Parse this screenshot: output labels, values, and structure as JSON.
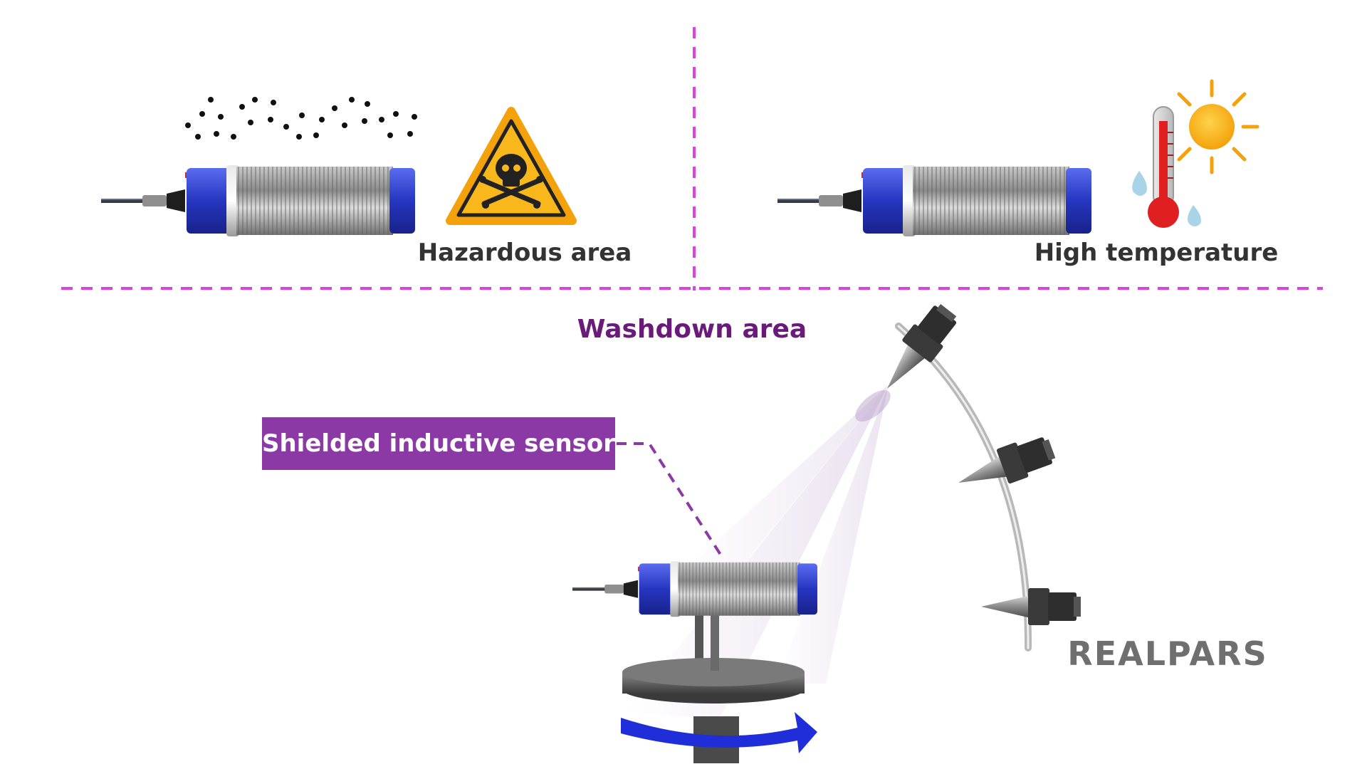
{
  "labels": {
    "hazardous": "Hazardous area",
    "high_temp": "High temperature",
    "washdown": "Washdown area",
    "callout": "Shielded inductive sensor"
  },
  "logo": {
    "text": "REALPARS"
  },
  "colors": {
    "divider": "#e040e0",
    "callout_bg": "#8b3aa5",
    "washdown_text": "#6a1b7a",
    "sensor_cap": "#2f3fc4",
    "rotation_arrow": "#1f2ed8",
    "warning_yellow": "#f8b81c",
    "text_dark": "#333333"
  },
  "icons": [
    "skull-crossbones-warning-icon",
    "thermometer-icon",
    "sun-icon",
    "water-drop-icon",
    "rotation-arrow-icon",
    "spray-nozzle-icon"
  ]
}
